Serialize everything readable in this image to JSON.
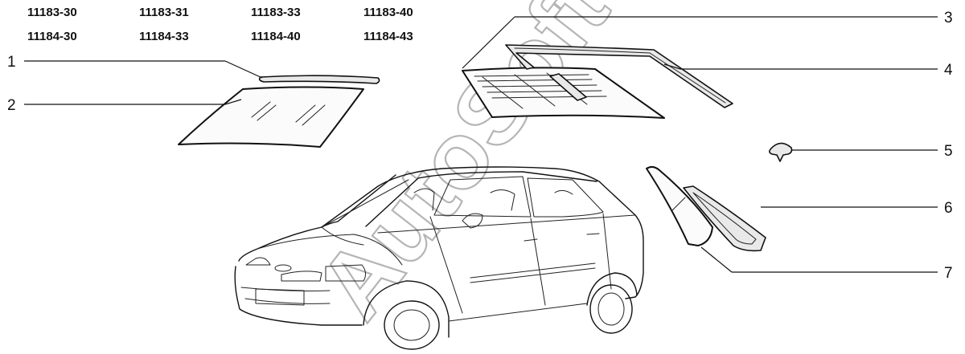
{
  "model_codes": {
    "row1": [
      "11183-30",
      "11183-31",
      "11183-33",
      "11183-40"
    ],
    "row2": [
      "11184-30",
      "11184-33",
      "11184-40",
      "11184-43"
    ]
  },
  "callouts": [
    "1",
    "2",
    "3",
    "4",
    "5",
    "6",
    "7"
  ],
  "watermark": "AutoSoft",
  "colors": {
    "line": "#111111",
    "watermark": "#b5b5b5",
    "background": "#ffffff"
  }
}
